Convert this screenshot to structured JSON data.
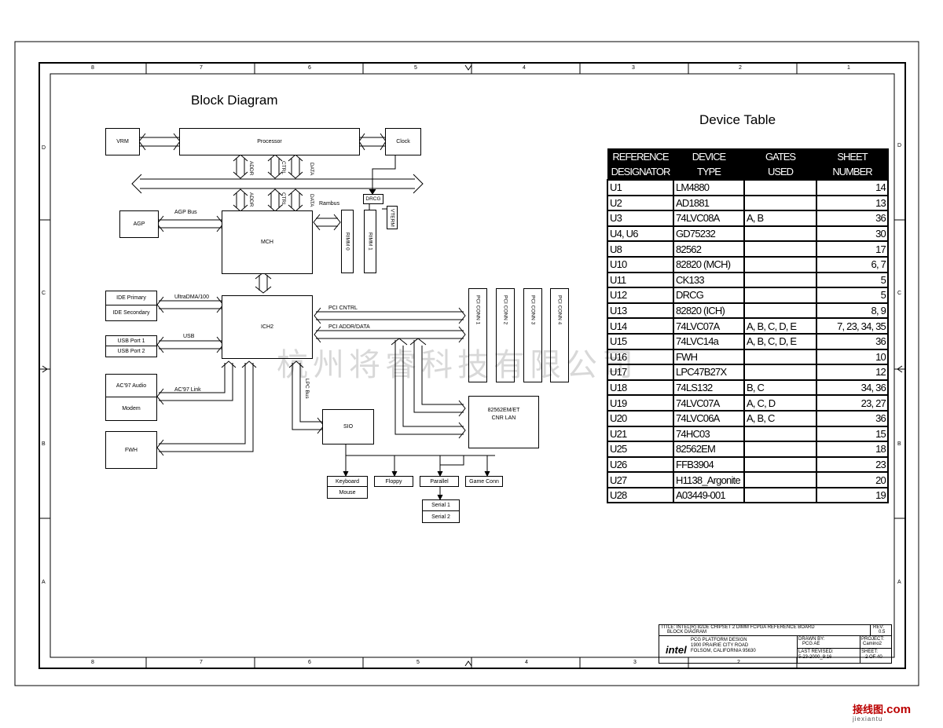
{
  "diagram": {
    "title": "Block Diagram",
    "blocks": {
      "vrm": "VRM",
      "processor": "Processor",
      "clock": "Clock",
      "agp": "AGP",
      "mch": "MCH",
      "drcg": "DRCG",
      "vterm": "VTERM",
      "rimm0": "RIMM 0",
      "rimm1": "RIMM 1",
      "ich2": "ICH2",
      "ide_primary": "IDE Primary",
      "ide_secondary": "IDE Secondary",
      "usb_port1": "USB Port 1",
      "usb_port2": "USB Port 2",
      "ac97_audio": "AC'97 Audio",
      "modem": "Modem",
      "fwh": "FWH",
      "sio": "SIO",
      "keyboard": "Keyboard",
      "mouse": "Mouse",
      "floppy": "Floppy",
      "parallel": "Parallel",
      "game_conn": "Game Conn",
      "serial1": "Serial 1",
      "serial2": "Serial 2",
      "lan_line1": "82562EM/ET",
      "lan_line2": "CNR LAN",
      "pci1": "PCI CONN 1",
      "pci2": "PCI CONN 2",
      "pci3": "PCI CONN 3",
      "pci4": "PCI CONN 4"
    },
    "labels": {
      "addr": "ADDR",
      "ctrl": "CTRL",
      "data": "DATA",
      "agp_bus": "AGP Bus",
      "rambus": "Rambus",
      "ultradma": "UltraDMA/100",
      "usb": "USB",
      "ac97_link": "AC'97 Link",
      "lpc_bus": "LPC Bus",
      "pci_cntrl": "PCI CNTRL",
      "pci_addr_data": "PCI ADDR/DATA"
    }
  },
  "table": {
    "title": "Device Table",
    "headers": [
      [
        "REFERENCE",
        "DESIGNATOR"
      ],
      [
        "DEVICE",
        "TYPE"
      ],
      [
        "GATES",
        "USED"
      ],
      [
        "SHEET",
        "NUMBER"
      ]
    ],
    "rows": [
      [
        "U1",
        "LM4880",
        "",
        "14"
      ],
      [
        "U2",
        "AD1881",
        "",
        "13"
      ],
      [
        "U3",
        "74LVC08A",
        "A, B",
        "36"
      ],
      [
        "U4, U6",
        "GD75232",
        "",
        "30"
      ],
      [
        "U8",
        "82562",
        "",
        "17"
      ],
      [
        "U10",
        "82820 (MCH)",
        "",
        "6, 7"
      ],
      [
        "U11",
        "CK133",
        "",
        "5"
      ],
      [
        "U12",
        "DRCG",
        "",
        "5"
      ],
      [
        "U13",
        "82820 (ICH)",
        "",
        "8, 9"
      ],
      [
        "U14",
        "74LVC07A",
        "A, B, C, D, E",
        "7, 23, 34, 35"
      ],
      [
        "U15",
        "74LVC14a",
        "A, B, C, D, E",
        "36"
      ],
      [
        "U16",
        "FWH",
        "",
        "10"
      ],
      [
        "U17",
        "LPC47B27X",
        "",
        "12"
      ],
      [
        "U18",
        "74LS132",
        "B, C",
        "34, 36"
      ],
      [
        "U19",
        "74LVC07A",
        "A, C, D",
        "23, 27"
      ],
      [
        "U20",
        "74LVC06A",
        "A, B, C",
        "36"
      ],
      [
        "U21",
        "74HC03",
        "",
        "15"
      ],
      [
        "U25",
        "82562EM",
        "",
        "18"
      ],
      [
        "U26",
        "FFB3904",
        "",
        "23"
      ],
      [
        "U27",
        "H1138_Argonite",
        "",
        "20"
      ],
      [
        "U28",
        "A03449-001",
        "",
        "19"
      ]
    ]
  },
  "title_block": {
    "title_line1": "TITLE: INTEL(R) 82DE CHIPSET 2 DIMM FCPGA REFERENCE BOARD",
    "title_line2": "BLOCK DIAGRAM",
    "rev_label": "REV:",
    "rev": "0.5",
    "logo": "intel",
    "org1": "PCG PLATFORM DESIGN",
    "org2": "1900 PRAIRIE CITY ROAD",
    "org3": "FOLSOM, CALIFORNIA 95630",
    "drawn_by_label": "DRAWN BY:",
    "drawn_by": "PCG AE",
    "project_label": "PROJECT:",
    "project": "Camino2",
    "last_revised_label": "LAST REVISED:",
    "last_revised": "5-23-2000_9:16",
    "sheet_label": "SHEET:",
    "sheet": "2 OF 40"
  },
  "zones": {
    "top": [
      "8",
      "7",
      "6",
      "5",
      "4",
      "3",
      "2",
      "1"
    ],
    "side": [
      "D",
      "C",
      "B",
      "A"
    ]
  },
  "watermark": "杭州将睿科技有限公司",
  "site": {
    "name": "接线图",
    "suffix": ".com",
    "url": "jiexiantu"
  }
}
